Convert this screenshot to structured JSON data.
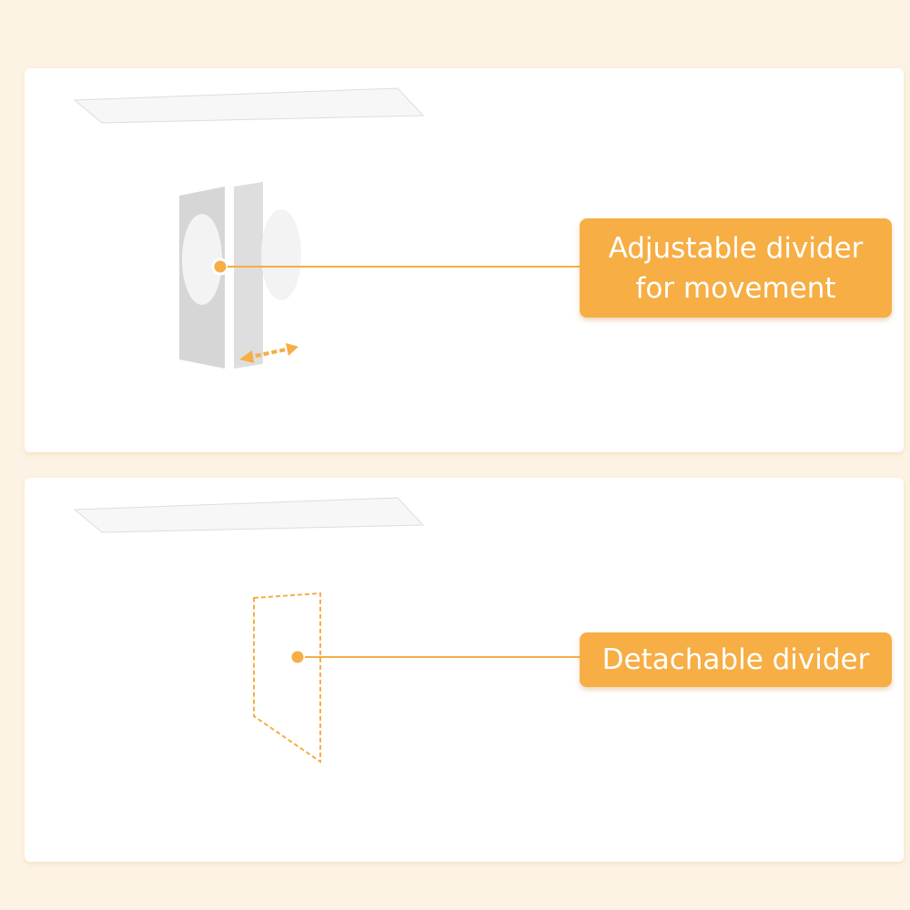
{
  "callouts": [
    {
      "line1": "Adjustable divider",
      "line2": "for movement"
    },
    {
      "line1": "Detachable divider"
    }
  ],
  "colors": {
    "accent": "#f6ae45",
    "background": "#fdf3e4",
    "panel": "#ffffff"
  },
  "icons": [
    "double-arrow-icon"
  ]
}
